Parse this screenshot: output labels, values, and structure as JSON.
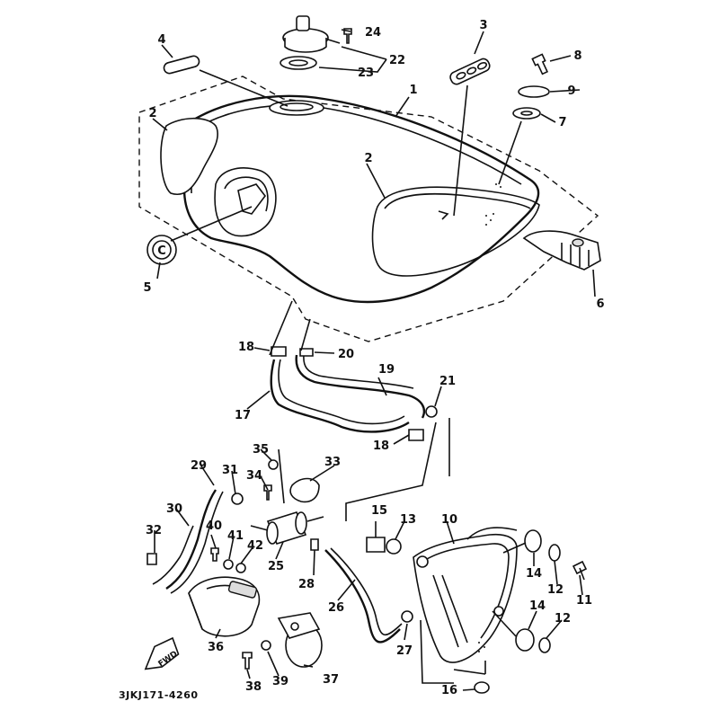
{
  "diagram": {
    "reference_code": "3JKJ171-4260",
    "fwd_marker": "FWD",
    "cap_letter": "C",
    "callouts": {
      "n1": "1",
      "n2a": "2",
      "n2b": "2",
      "n3": "3",
      "n4": "4",
      "n5": "5",
      "n6": "6",
      "n7": "7",
      "n8": "8",
      "n9": "9",
      "n10": "10",
      "n11": "11",
      "n12a": "12",
      "n12b": "12",
      "n13": "13",
      "n14a": "14",
      "n14b": "14",
      "n15": "15",
      "n16": "16",
      "n17": "17",
      "n18a": "18",
      "n18b": "18",
      "n19": "19",
      "n20": "20",
      "n21": "21",
      "n22": "22",
      "n23": "23",
      "n24": "24",
      "n25": "25",
      "n26": "26",
      "n27": "27",
      "n28": "28",
      "n29": "29",
      "n30": "30",
      "n31": "31",
      "n32": "32",
      "n33": "33",
      "n34": "34",
      "n35": "35",
      "n36": "36",
      "n37": "37",
      "n38": "38",
      "n39": "39",
      "n40": "40",
      "n41": "41",
      "n42": "42"
    }
  }
}
